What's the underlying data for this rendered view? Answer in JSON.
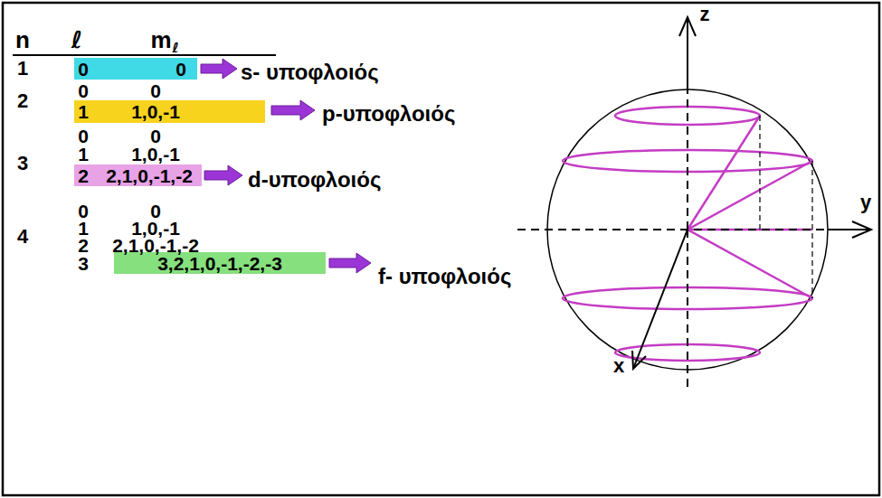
{
  "diagram": {
    "nodes": [
      {
        "text": [
          "0",
          "0"
        ]
      },
      {
        "text": [
          "1",
          "1,0,-1"
        ]
      },
      {
        "text": [
          "2",
          "2,1,0,-1,-2"
        ]
      },
      {
        "text": [
          "3,2,1,0,-1,-2,-3"
        ]
      }
    ],
    "labels": [
      "n",
      "ℓ",
      "m",
      "ℓ",
      "1",
      "s- υποφλοιός",
      "0",
      "0",
      "2",
      "p-υποφλοιός",
      "0",
      "0",
      "1",
      "1,0,-1",
      "3",
      "d-υποφλοιός",
      "0",
      "0",
      "1",
      "1,0,-1",
      "4",
      "2",
      "2,1,0,-1,-2",
      "3",
      "f- υποφλοιός",
      "z",
      "y",
      "x"
    ]
  }
}
